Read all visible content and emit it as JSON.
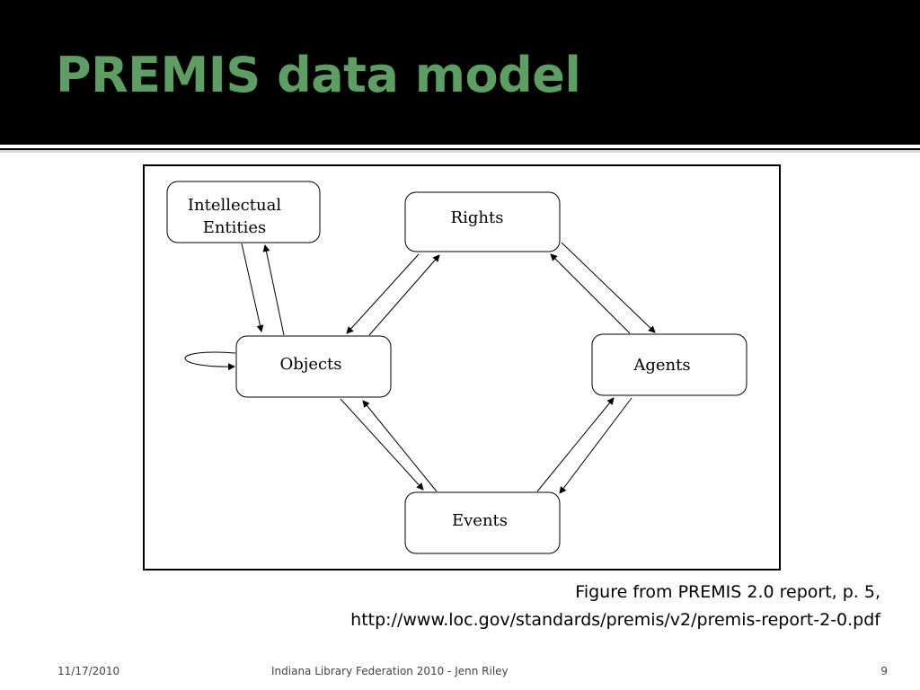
{
  "slide": {
    "title": "PREMIS data model",
    "caption_line1": "Figure from PREMIS 2.0 report, p. 5,",
    "caption_line2": "http://www.loc.gov/standards/premis/v2/premis-report-2-0.pdf"
  },
  "diagram": {
    "nodes": {
      "intellectual_line1": "Intellectual",
      "intellectual_line2": "Entities",
      "rights": "Rights",
      "objects": "Objects",
      "agents": "Agents",
      "events": "Events"
    }
  },
  "footer": {
    "date": "11/17/2010",
    "center": "Indiana Library Federation 2010 - Jenn Riley",
    "page": "9"
  },
  "colors": {
    "title": "#5e9e64",
    "background": "#000000",
    "content": "#ffffff"
  }
}
